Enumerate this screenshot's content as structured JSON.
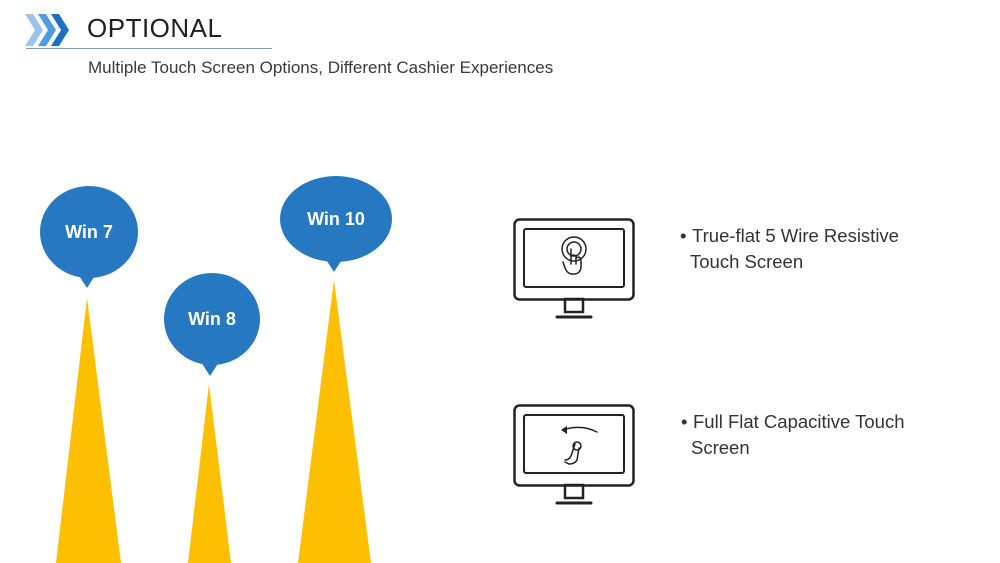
{
  "header": {
    "title": "OPTIONAL",
    "subtitle": "Multiple Touch Screen Options, Different Cashier Experiences",
    "chevron_color": "#2e86de"
  },
  "os_options": [
    {
      "label": "Win 7"
    },
    {
      "label": "Win 8"
    },
    {
      "label": "Win 10"
    }
  ],
  "touch_options": [
    {
      "line1": "True-flat 5 Wire Resistive",
      "line2": "Touch Screen",
      "icon": "tap-hand-icon"
    },
    {
      "line1": "Full Flat Capacitive Touch",
      "line2": "Screen",
      "icon": "swipe-hand-icon"
    }
  ],
  "colors": {
    "bubble": "#2679c1",
    "beam": "#fcc000",
    "accent_rule": "#7a9cc6"
  }
}
